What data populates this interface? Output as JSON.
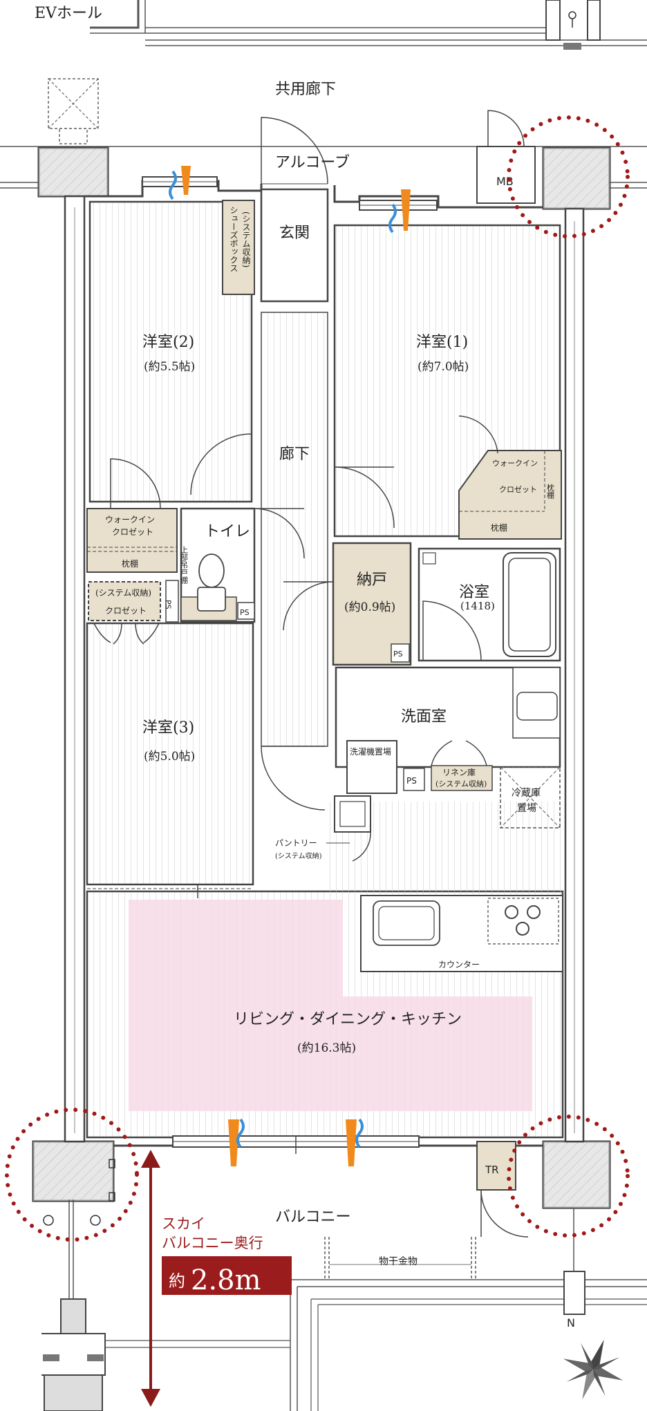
{
  "labels": {
    "ev_hall": "EVホール",
    "common_corridor": "共用廊下",
    "alcove": "アルコーブ",
    "mb": "MB",
    "entrance": "玄関",
    "shoe_box_1": "シューズボックス",
    "shoe_box_2": "(システム収納)",
    "room2_name": "洋室(2)",
    "room2_size": "(約5.5帖)",
    "room1_name": "洋室(1)",
    "room1_size": "(約7.0帖)",
    "hallway": "廊下",
    "wic_left_1": "ウォークイン",
    "wic_left_2": "クロゼット",
    "shelf_left": "枕棚",
    "toilet": "トイレ",
    "upper_shelf": "上部吊戸棚",
    "ps": "PS",
    "system_closet_1": "(システム収納)",
    "system_closet_2": "クロゼット",
    "wic_right_1": "ウォークイン",
    "wic_right_2": "クロゼット",
    "shelf_right": "枕棚",
    "storage_name": "納戸",
    "storage_size": "(約0.9帖)",
    "bath_name": "浴室",
    "bath_size": "(1418)",
    "washroom": "洗面室",
    "washer": "洗濯機置場",
    "linen_1": "リネン庫",
    "linen_2": "(システム収納)",
    "fridge_1": "冷蔵庫",
    "fridge_2": "置場",
    "room3_name": "洋室(3)",
    "room3_size": "(約5.0帖)",
    "pantry_1": "パントリー",
    "pantry_2": "(システム収納)",
    "counter": "カウンター",
    "ldk_name": "リビング・ダイニング・キッチン",
    "ldk_size": "(約16.3帖)",
    "tr": "TR",
    "balcony": "バルコニー",
    "sky_1": "スカイ",
    "sky_2": "バルコニー奥行",
    "depth_prefix": "約",
    "depth_value": "2.8m",
    "drying_hardware": "物干金物",
    "north": "N"
  },
  "colors": {
    "wall": "#444444",
    "wall_fill": "#d8d8d8",
    "storage_fill": "#e8e0cc",
    "ldk_highlight": "#f6dbe6",
    "accent_red": "#9b1c1c",
    "vent_orange": "#f08a1c",
    "vent_blue": "#3a8fd8"
  }
}
